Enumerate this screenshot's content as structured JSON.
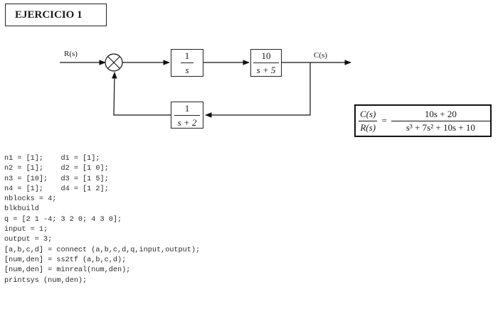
{
  "title": "EJERCICIO 1",
  "diagram": {
    "input_label": "R(s)",
    "output_label": "C(s)",
    "blocks": [
      {
        "numerator": "1",
        "denominator": "s"
      },
      {
        "numerator": "10",
        "denominator": "s + 5"
      },
      {
        "numerator": "1",
        "denominator": "s + 2"
      }
    ]
  },
  "transfer_function": {
    "lhs_numerator": "C(s)",
    "lhs_denominator": "R(s)",
    "equals": "=",
    "rhs_numerator": "10s + 20",
    "rhs_denominator": "s³ + 7s² + 10s + 10"
  },
  "code_lines": [
    "n1 = [1];    d1 = [1];",
    "n2 = [1];    d2 = [1 0];",
    "n3 = [10];   d3 = [1 5];",
    "n4 = [1];    d4 = [1 2];",
    "nblocks = 4;",
    "blkbuild",
    "q = [2 1 -4; 3 2 0; 4 3 0];",
    "input = 1;",
    "output = 3;",
    "[a,b,c,d] = connect (a,b,c,d,q,input,output);",
    "[num,den] = ss2tf (a,b,c,d);",
    "[num,den] = minreal(num,den);",
    "printsys (num,den);"
  ]
}
